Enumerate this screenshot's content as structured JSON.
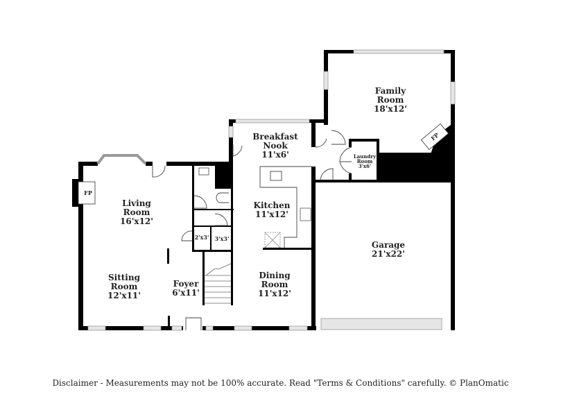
{
  "rooms": [
    {
      "name": "Family Room",
      "line1": "Family",
      "line2": "Room",
      "dims": "18'x12'"
    },
    {
      "name": "Breakfast Nook",
      "line1": "Breakfast",
      "line2": "Nook",
      "dims": "11'x6'"
    },
    {
      "name": "Laundry Room",
      "line1": "Laundry",
      "line2": "Room",
      "dims": "3'x6'"
    },
    {
      "name": "Living Room",
      "line1": "Living",
      "line2": "Room",
      "dims": "16'x12'"
    },
    {
      "name": "Kitchen",
      "line1": "Kitchen",
      "line2": "",
      "dims": "11'x12'"
    },
    {
      "name": "Garage",
      "line1": "Garage",
      "line2": "",
      "dims": "21'x22'"
    },
    {
      "name": "Sitting Room",
      "line1": "Sitting",
      "line2": "Room",
      "dims": "12'x11'"
    },
    {
      "name": "Foyer",
      "line1": "Foyer",
      "line2": "",
      "dims": "6'x11'"
    },
    {
      "name": "Dining Room",
      "line1": "Dining",
      "line2": "Room",
      "dims": "11'x12'"
    }
  ],
  "closets": [
    "2'x3'",
    "3'x3'"
  ],
  "fireplace_label": "FP",
  "disclaimer": "Disclaimer - Measurements may not be 100% accurate. Read \"Terms & Conditions\" carefully. © PlanOmatic"
}
